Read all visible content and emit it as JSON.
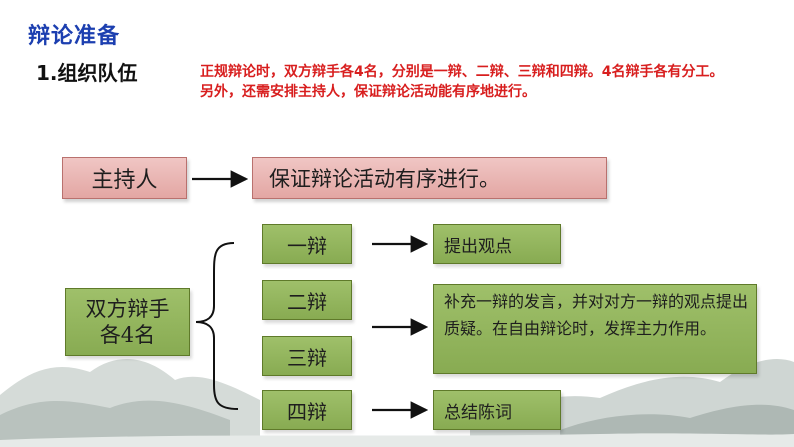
{
  "slide": {
    "title": "辩论准备",
    "subtitle": "1.组织队伍",
    "intro": "正规辩论时，双方辩手各4名，分别是一辩、二辩、三辩和四辩。4名辩手各有分工。另外，还需安排主持人，保证辩论活动能有序地进行。"
  },
  "host": {
    "label": "主持人",
    "description": "保证辩论活动有序进行。"
  },
  "debaters": {
    "label_line1": "双方辩手",
    "label_line2": "各4名",
    "roles": [
      "一辩",
      "二辩",
      "三辩",
      "四辩"
    ],
    "duties": {
      "first": "提出观点",
      "second_third": "补充一辩的发言，并对对方一辩的观点提出质疑。在自由辩论时，发挥主力作用。",
      "fourth": "总结陈词"
    }
  },
  "colors": {
    "title": "#1c3fb0",
    "intro": "#d81e1e",
    "pink_box": "#e9b3b0",
    "green_box": "#93b55d"
  }
}
